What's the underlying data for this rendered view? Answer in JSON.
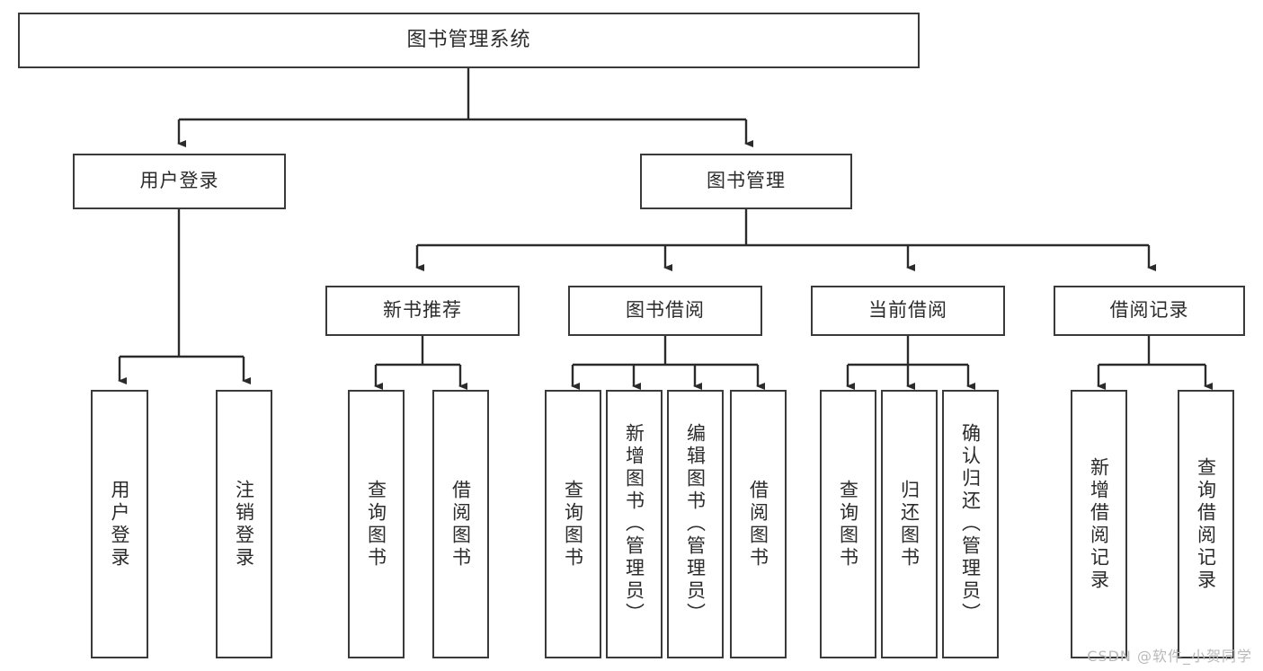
{
  "diagram": {
    "type": "tree-hierarchy",
    "title": "图书管理系统",
    "watermark": "CSDN @软件_小贺同学",
    "colors": {
      "box_border": "#3a3a3a",
      "box_fill": "#ffffff",
      "connector": "#2b2b2b",
      "text": "#2b2b2b",
      "watermark": "#b9b9b9",
      "background": "#ffffff"
    },
    "root": {
      "label": "图书管理系统",
      "orientation": "horizontal"
    },
    "level2": [
      {
        "label": "用户登录",
        "orientation": "horizontal"
      },
      {
        "label": "图书管理",
        "orientation": "horizontal"
      }
    ],
    "level3": [
      {
        "label": "新书推荐",
        "orientation": "horizontal"
      },
      {
        "label": "图书借阅",
        "orientation": "horizontal"
      },
      {
        "label": "当前借阅",
        "orientation": "horizontal"
      },
      {
        "label": "借阅记录",
        "orientation": "horizontal"
      }
    ],
    "leaves": {
      "user_login": [
        {
          "label": "用户登录",
          "orientation": "vertical"
        },
        {
          "label": "注销登录",
          "orientation": "vertical"
        }
      ],
      "new_book_recommend": [
        {
          "label": "查询图书",
          "orientation": "vertical"
        },
        {
          "label": "借阅图书",
          "orientation": "vertical"
        }
      ],
      "book_borrow": [
        {
          "label": "查询图书",
          "orientation": "vertical"
        },
        {
          "label": "新增图书（管理员）",
          "orientation": "vertical"
        },
        {
          "label": "编辑图书（管理员）",
          "orientation": "vertical"
        },
        {
          "label": "借阅图书",
          "orientation": "vertical"
        }
      ],
      "current_borrow": [
        {
          "label": "查询图书",
          "orientation": "vertical"
        },
        {
          "label": "归还图书",
          "orientation": "vertical"
        },
        {
          "label": "确认归还（管理员）",
          "orientation": "vertical"
        }
      ],
      "borrow_record": [
        {
          "label": "新增借阅记录",
          "orientation": "vertical"
        },
        {
          "label": "查询借阅记录",
          "orientation": "vertical"
        }
      ]
    }
  }
}
